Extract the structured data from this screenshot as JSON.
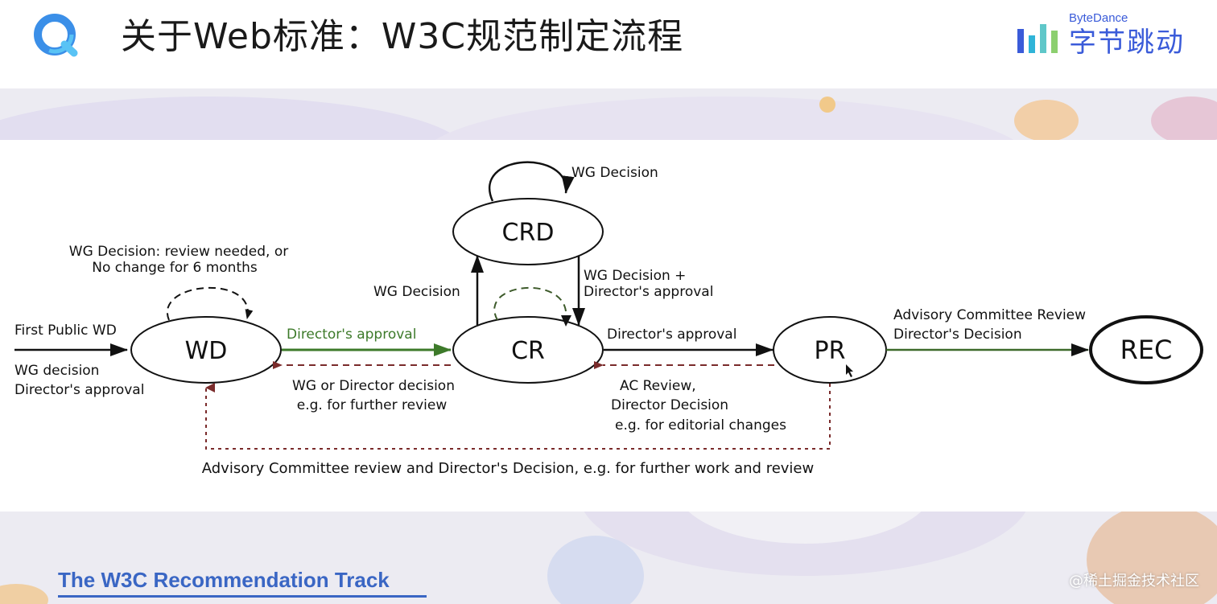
{
  "header": {
    "title": "关于Web标准：W3C规范制定流程",
    "brand": {
      "english": "ByteDance",
      "chinese": "字节跳动"
    }
  },
  "diagram": {
    "nodes": {
      "wd": "WD",
      "cr": "CR",
      "crd": "CRD",
      "pr": "PR",
      "rec": "REC"
    },
    "labels": {
      "entry_top": "First Public WD",
      "entry_bottom_1": "WG decision",
      "entry_bottom_2": "Director's approval",
      "wd_loop_1": "WG Decision: review needed, or",
      "wd_loop_2": "No change for 6 months",
      "wd_to_cr": "Director's approval",
      "cr_to_wd_1": "WG or Director decision",
      "cr_to_wd_2": "e.g. for further review",
      "cr_to_crd": "WG Decision",
      "crd_loop": "WG Decision",
      "crd_to_cr_1": "WG Decision +",
      "crd_to_cr_2": "Director's approval",
      "cr_to_pr": "Director's approval",
      "pr_to_cr_1": "AC Review,",
      "pr_to_cr_2": "Director Decision",
      "pr_to_cr_3": "e.g. for editorial changes",
      "pr_to_rec_1": "Advisory Committee Review",
      "pr_to_rec_2": "Director's Decision",
      "pr_to_wd": "Advisory Committee review and Director's Decision, e.g. for further work and review"
    },
    "colors": {
      "green": "#3d7a2a",
      "dark_red": "#7a2b2b",
      "black": "#111111"
    }
  },
  "footer": {
    "title": "The W3C Recommendation Track",
    "watermark": "@稀土掘金技术社区"
  }
}
